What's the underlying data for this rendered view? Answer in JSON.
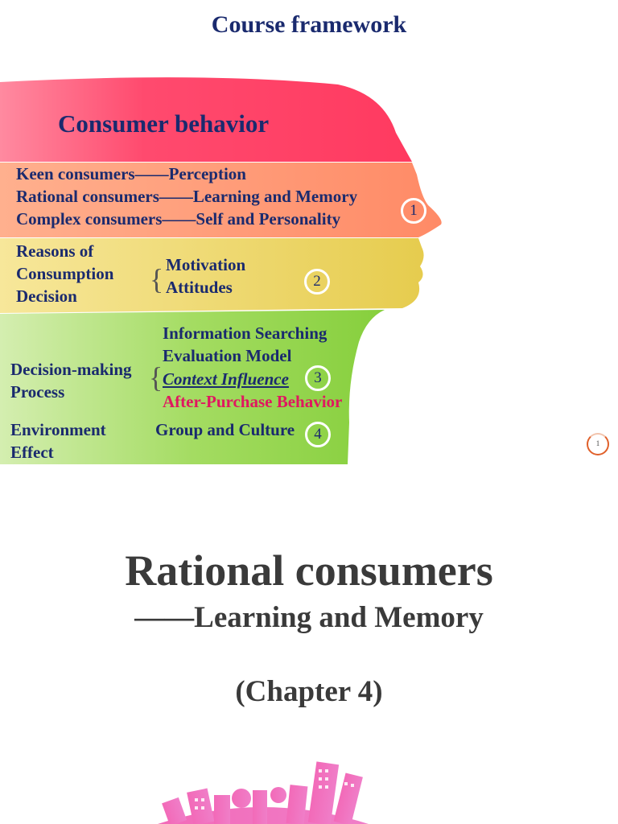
{
  "slide1": {
    "title": "Course framework",
    "head_title": "Consumer behavior",
    "row1": {
      "lines": [
        "Keen consumers——Perception",
        "Rational consumers——Learning and Memory",
        "Complex consumers——Self and Personality"
      ],
      "number": "1"
    },
    "row2": {
      "left": [
        "Reasons of",
        "Consumption",
        "Decision"
      ],
      "brace": "{",
      "right": [
        "Motivation",
        "Attitudes"
      ],
      "number": "2"
    },
    "row3": {
      "items": [
        "Information Searching",
        "Evaluation Model",
        "Context Influence",
        "After-Purchase Behavior"
      ],
      "left": [
        "Decision-making",
        "Process"
      ],
      "brace": "{",
      "number": "3"
    },
    "row4": {
      "left": [
        "Environment",
        "Effect"
      ],
      "right": "Group and Culture",
      "number": "4"
    },
    "page_number": "1"
  },
  "slide2": {
    "title": "Rational consumers",
    "subtitle": "——Learning and Memory",
    "chapter": "(Chapter 4)"
  },
  "colors": {
    "title_navy": "#1a2a6e",
    "band_red": "#ff4a6e",
    "band_salmon": "#ff9a78",
    "band_yellow": "#e8d05a",
    "band_green": "#8fd44a",
    "accent_red": "#e01860",
    "gray_text": "#3a3a3a",
    "city_pink": "#f06cc0"
  }
}
